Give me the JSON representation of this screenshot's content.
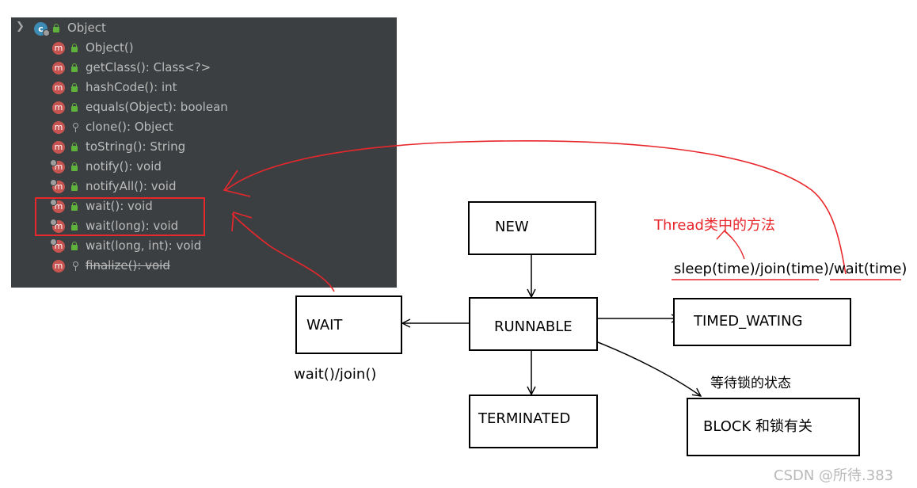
{
  "ide_panel": {
    "class_name": "Object",
    "class_icon_letter": "c",
    "members": [
      {
        "label": "Object()",
        "icon": "method-icon",
        "access": "public",
        "abstract_badge": false,
        "deprecated": false
      },
      {
        "label": "getClass(): Class<?>",
        "icon": "method-icon",
        "access": "public",
        "abstract_badge": false,
        "deprecated": false
      },
      {
        "label": "hashCode(): int",
        "icon": "method-icon",
        "access": "public",
        "abstract_badge": false,
        "deprecated": false
      },
      {
        "label": "equals(Object): boolean",
        "icon": "method-icon",
        "access": "public",
        "abstract_badge": false,
        "deprecated": false
      },
      {
        "label": "clone(): Object",
        "icon": "method-icon",
        "access": "protected",
        "abstract_badge": false,
        "deprecated": false
      },
      {
        "label": "toString(): String",
        "icon": "method-icon",
        "access": "public",
        "abstract_badge": false,
        "deprecated": false
      },
      {
        "label": "notify(): void",
        "icon": "method-icon",
        "access": "public",
        "abstract_badge": true,
        "deprecated": false
      },
      {
        "label": "notifyAll(): void",
        "icon": "method-icon",
        "access": "public",
        "abstract_badge": true,
        "deprecated": false
      },
      {
        "label": "wait(): void",
        "icon": "method-icon",
        "access": "public",
        "abstract_badge": true,
        "deprecated": false
      },
      {
        "label": "wait(long): void",
        "icon": "method-icon",
        "access": "public",
        "abstract_badge": true,
        "deprecated": false
      },
      {
        "label": "wait(long, int): void",
        "icon": "method-icon",
        "access": "public",
        "abstract_badge": true,
        "deprecated": false
      },
      {
        "label": "finalize(): void",
        "icon": "method-icon",
        "access": "protected",
        "abstract_badge": false,
        "deprecated": true
      }
    ],
    "method_icon_letter": "m"
  },
  "states": {
    "new": "NEW",
    "runnable": "RUNNABLE",
    "wait": "WAIT",
    "timed_waiting": "TIMED_WATING",
    "terminated": "TERMINATED",
    "block": "BLOCK 和锁有关"
  },
  "labels": {
    "wait_methods": "wait()/join()",
    "timed_methods": "sleep(time)/join(time)/wait(time)",
    "thread_methods_note": "Thread类中的方法",
    "block_note": "等待锁的状态"
  },
  "watermark": "CSDN @所待.383",
  "colors": {
    "panel_bg": "#3c3f41",
    "panel_text": "#bbbbbb",
    "annotation_red": "#e8272c",
    "method_icon": "#c75450",
    "class_icon": "#3d8cb5",
    "public_lock": "#5fb33d"
  }
}
